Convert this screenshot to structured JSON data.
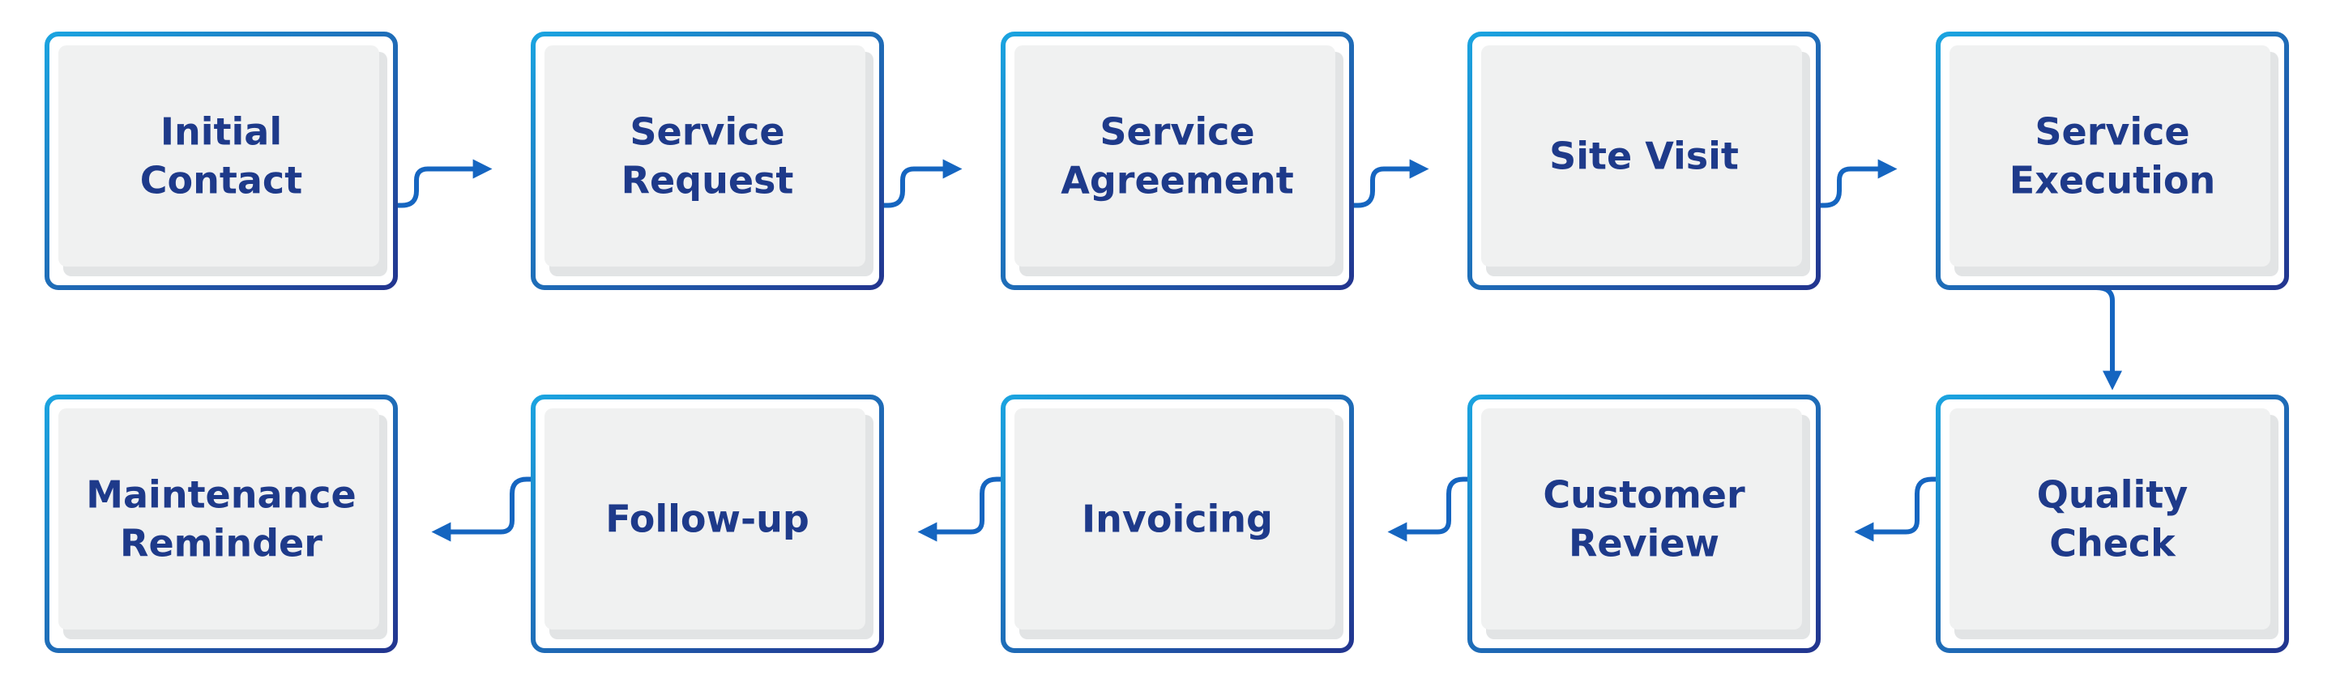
{
  "diagram": {
    "type": "process-flow",
    "colors": {
      "frame_light": "#1ba4e0",
      "frame_dark": "#22358f",
      "card_fill": "#f0f1f1",
      "card_shadow": "#e2e4e5",
      "arrow": "#1565c0",
      "text": "#1e3a8a"
    },
    "steps": [
      {
        "id": "initial-contact",
        "lines": [
          "Initial",
          "Contact"
        ]
      },
      {
        "id": "service-request",
        "lines": [
          "Service",
          "Request"
        ]
      },
      {
        "id": "service-agreement",
        "lines": [
          "Service",
          "Agreement"
        ]
      },
      {
        "id": "site-visit",
        "lines": [
          "Site Visit"
        ]
      },
      {
        "id": "service-execution",
        "lines": [
          "Service",
          "Execution"
        ]
      },
      {
        "id": "quality-check",
        "lines": [
          "Quality",
          "Check"
        ]
      },
      {
        "id": "customer-review",
        "lines": [
          "Customer",
          "Review"
        ]
      },
      {
        "id": "invoicing",
        "lines": [
          "Invoicing"
        ]
      },
      {
        "id": "follow-up",
        "lines": [
          "Follow-up"
        ]
      },
      {
        "id": "maintenance-reminder",
        "lines": [
          "Maintenance",
          "Reminder"
        ]
      }
    ],
    "connections": [
      {
        "from": "initial-contact",
        "to": "service-request",
        "direction": "right"
      },
      {
        "from": "service-request",
        "to": "service-agreement",
        "direction": "right"
      },
      {
        "from": "service-agreement",
        "to": "site-visit",
        "direction": "right"
      },
      {
        "from": "site-visit",
        "to": "service-execution",
        "direction": "right"
      },
      {
        "from": "service-execution",
        "to": "quality-check",
        "direction": "down"
      },
      {
        "from": "quality-check",
        "to": "customer-review",
        "direction": "left"
      },
      {
        "from": "customer-review",
        "to": "invoicing",
        "direction": "left"
      },
      {
        "from": "invoicing",
        "to": "follow-up",
        "direction": "left"
      },
      {
        "from": "follow-up",
        "to": "maintenance-reminder",
        "direction": "left"
      }
    ]
  }
}
